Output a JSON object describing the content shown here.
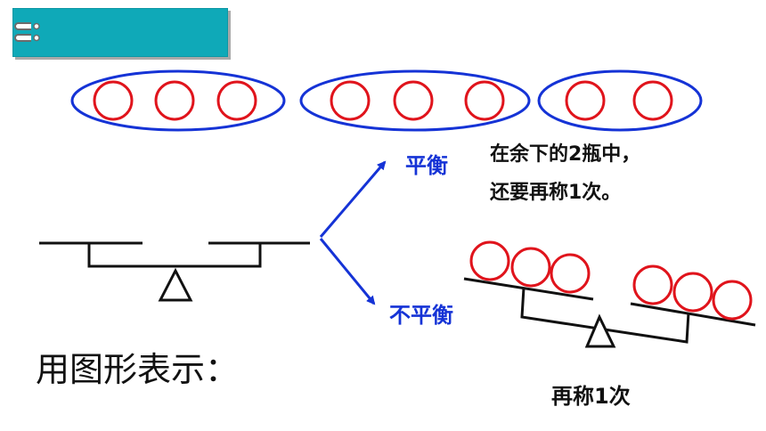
{
  "header": {
    "ring_icon": "binder-rings-icon"
  },
  "groups": [
    {
      "bottle_count": 3
    },
    {
      "bottle_count": 3
    },
    {
      "bottle_count": 2
    }
  ],
  "outcomes": {
    "balanced_label": "平衡",
    "unbalanced_label": "不平衡"
  },
  "note": {
    "line1": "在余下的2瓶中，",
    "line2": "还要再称1次。"
  },
  "weigh_again_label": "再称1次",
  "caption": "用图形表示：",
  "colors": {
    "banner": "#0fa9b8",
    "ellipse": "#1533d6",
    "circle": "#e0141c",
    "arrow": "#1533d6",
    "text_blue": "#1533d6"
  }
}
